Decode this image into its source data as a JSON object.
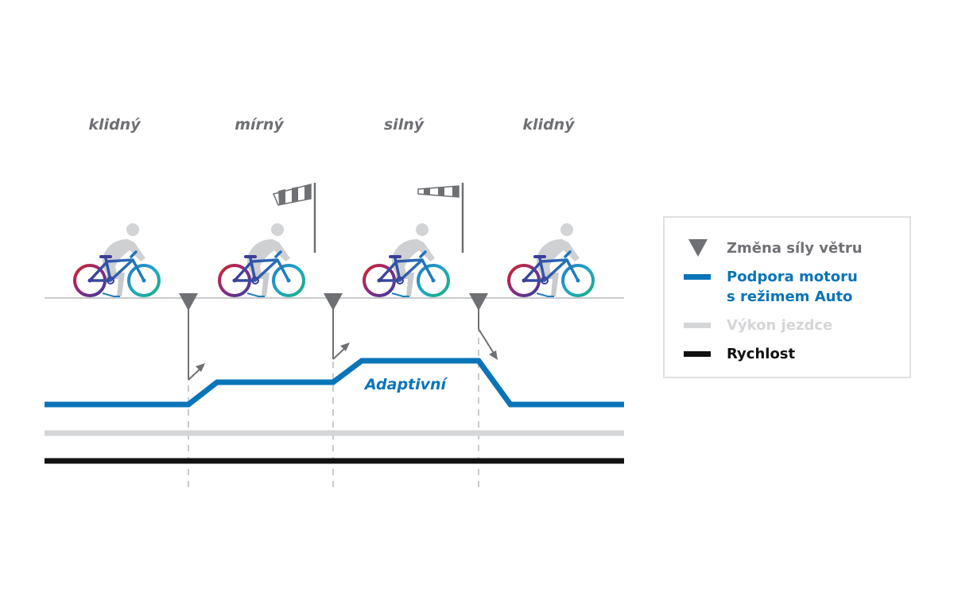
{
  "wind_levels": [
    "klidný",
    "mírný",
    "silný",
    "klidný"
  ],
  "adaptive_label": "Adaptivní",
  "legend": {
    "wind_change": "Změna síly větru",
    "motor_support": "Podpora motoru s režimem Auto",
    "rider_power": "Výkon jezdce",
    "speed": "Rychlost"
  },
  "colors": {
    "motor_support": "#0a74b9",
    "rider_power": "#d5d6d8",
    "speed": "#111111",
    "marker": "#6e7074",
    "text_gray": "#6e7074"
  },
  "icons": [
    "cyclist-icon",
    "windsock-icon",
    "wind-change-marker-icon"
  ]
}
